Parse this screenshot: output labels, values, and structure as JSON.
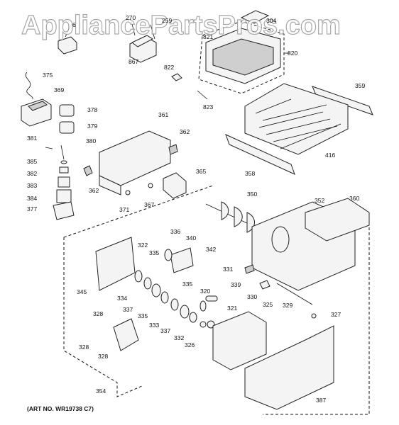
{
  "watermark": "AppliancePartsPros.com",
  "art_number": "(ART NO. WR19738 C7)",
  "labels": [
    "270",
    "259",
    "304",
    "6",
    "821",
    "820",
    "867",
    "822",
    "823",
    "375",
    "369",
    "359",
    "378",
    "379",
    "416",
    "361",
    "362",
    "381",
    "380",
    "385",
    "382",
    "365",
    "358",
    "383",
    "362",
    "384",
    "371",
    "367",
    "377",
    "350",
    "352",
    "360",
    "336",
    "322",
    "340",
    "335",
    "342",
    "345",
    "331",
    "339",
    "330",
    "334",
    "337",
    "320",
    "335",
    "335",
    "333",
    "337",
    "321",
    "329",
    "327",
    "325",
    "328",
    "332",
    "326",
    "328",
    "328",
    "354",
    "387"
  ]
}
